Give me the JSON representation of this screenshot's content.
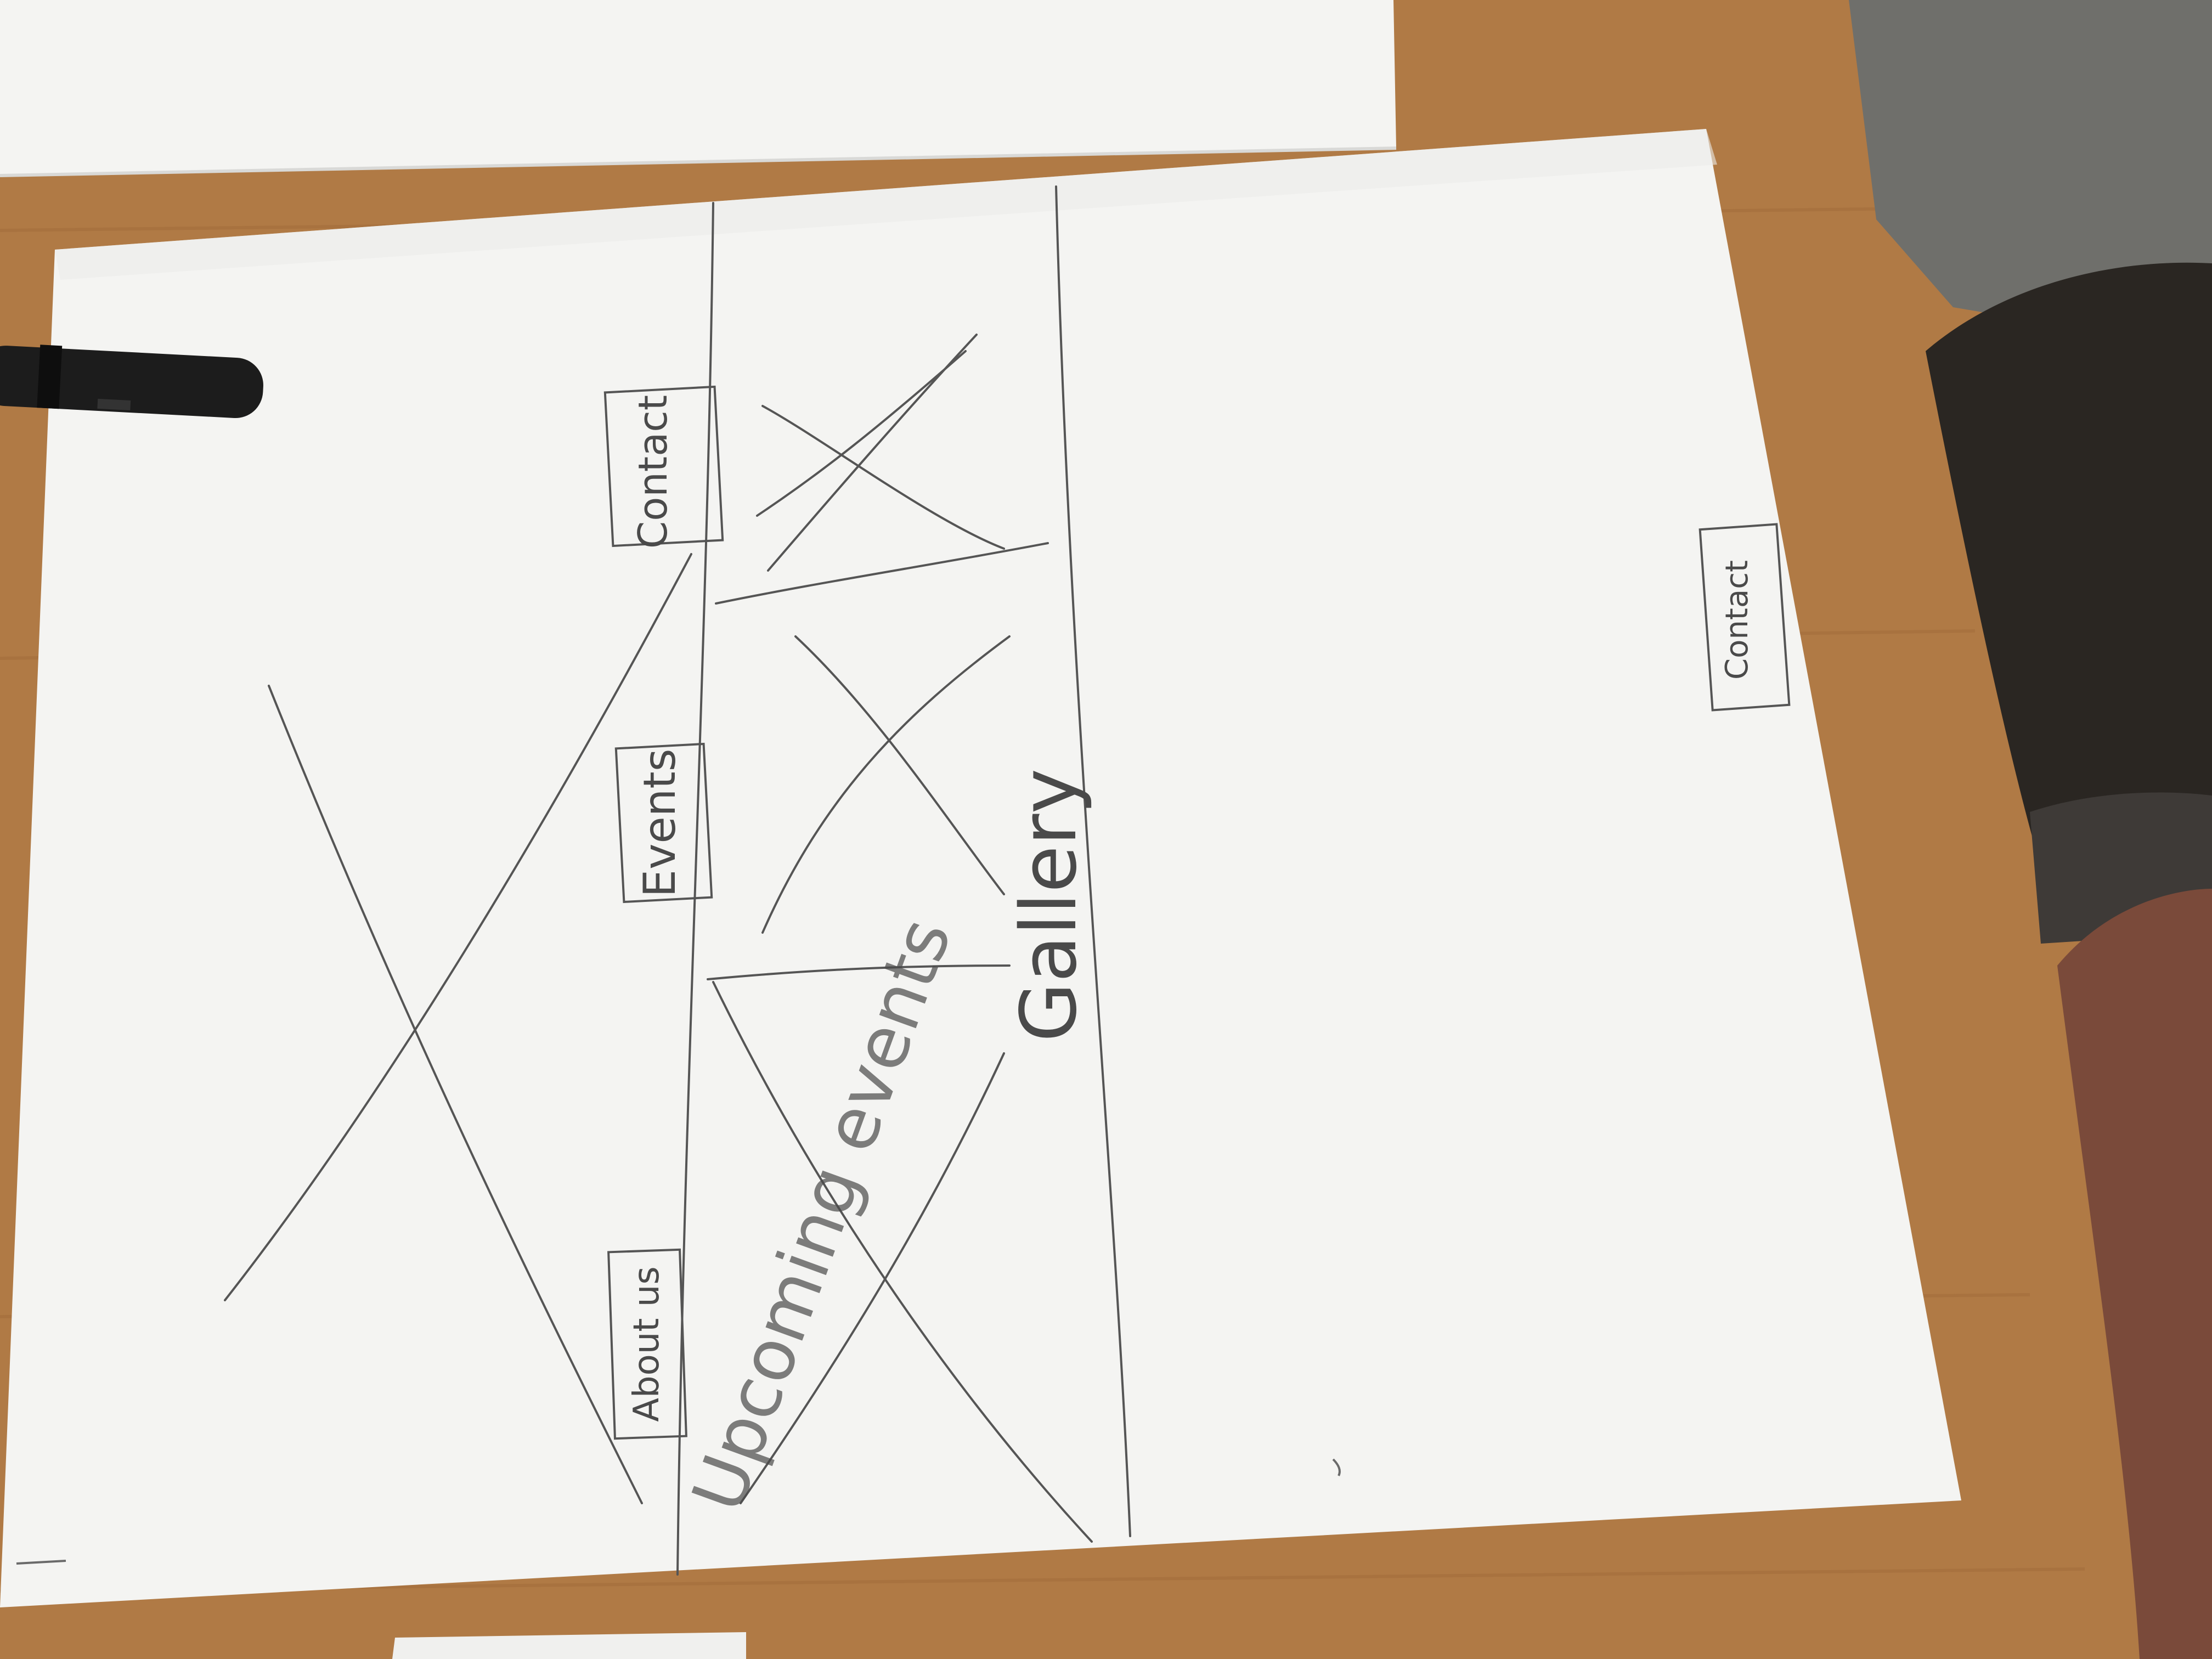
{
  "photo": {
    "subject": "Hand-drawn paper wireframe of a web page on a wooden desk",
    "palette": {
      "desk": "#b07a45",
      "desk_dark": "#8a5a2e",
      "paper": "#f4f4f2",
      "paper_shadow": "#e3e3e1",
      "pencil": "#555555",
      "pen": "#1c1c1c",
      "carpet": "#6f6f6b",
      "bag": "#2a2622",
      "skin": "#7a4a3a"
    }
  },
  "sketch": {
    "nav_buttons": [
      {
        "label": "Contact"
      },
      {
        "label": "Events"
      },
      {
        "label": "About us"
      }
    ],
    "gallery_label": "Gallery",
    "upcoming_label": "Upcoming events",
    "sidebar_note": "Contact"
  }
}
